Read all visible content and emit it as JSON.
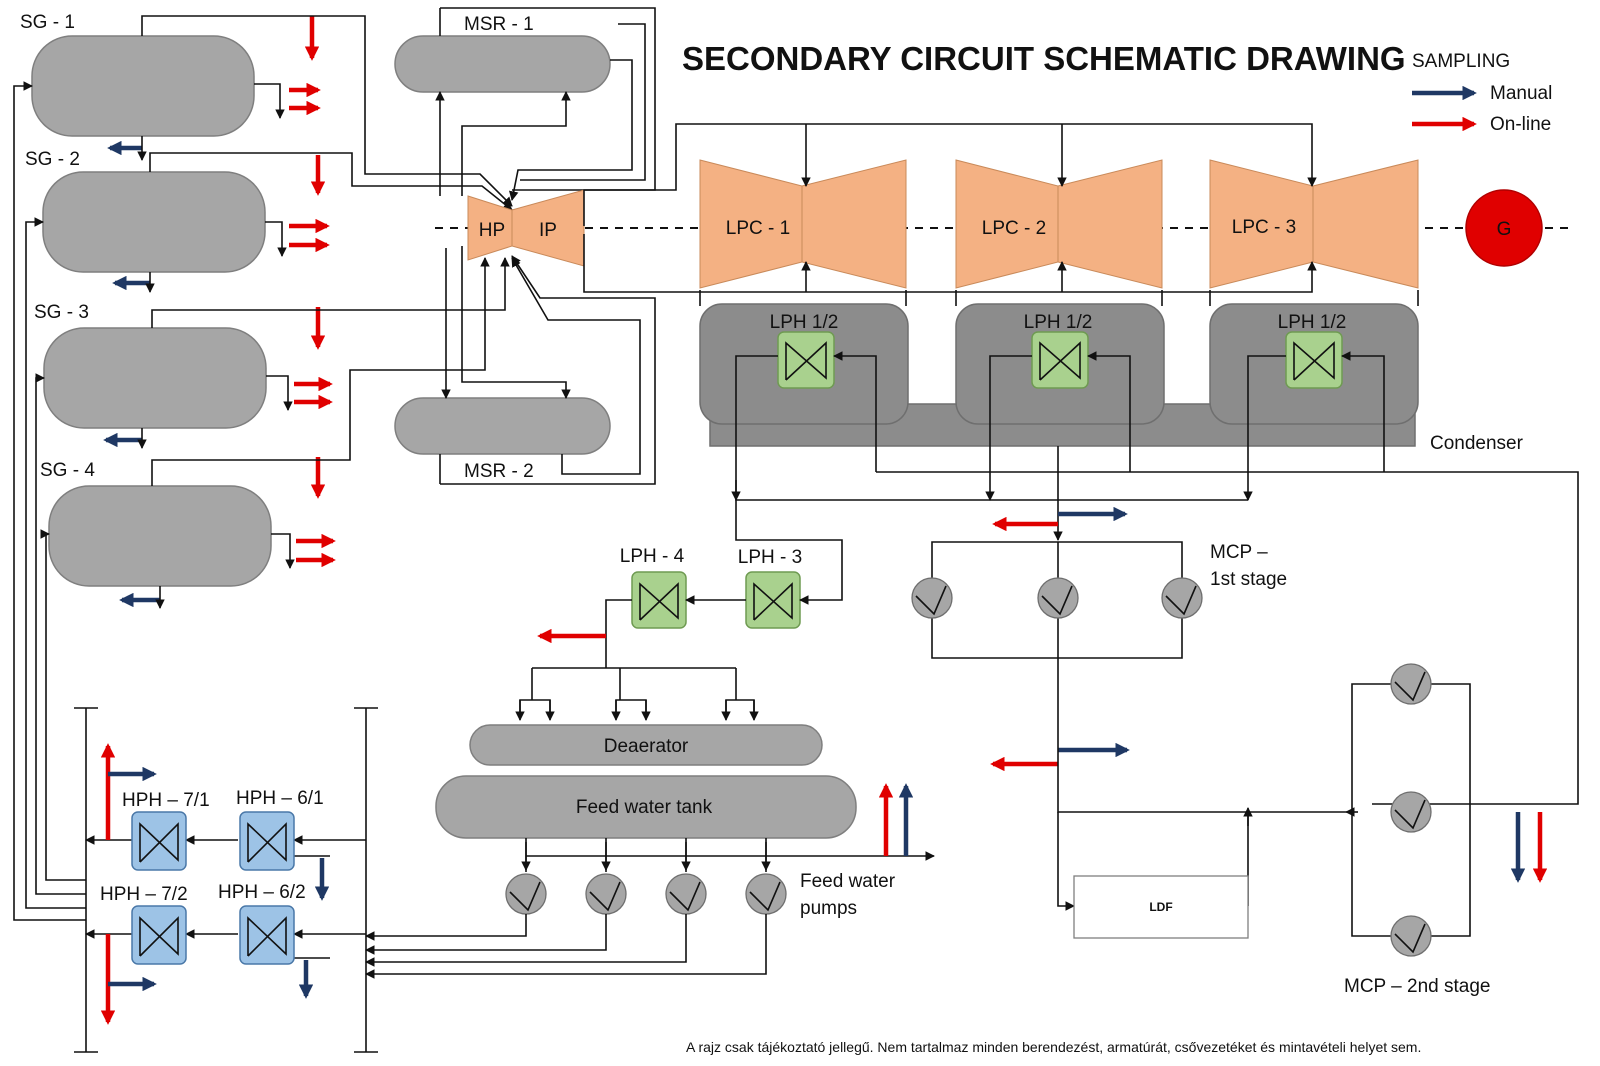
{
  "diagram": {
    "title": "SECONDARY CIRCUIT SCHEMATIC DRAWING",
    "footnote": "A rajz csak tájékoztató jellegű. Nem tartalmaz minden berendezést, armatúrát, csővezetéket és mintavételi helyet sem.",
    "legend": {
      "title": "SAMPLING",
      "manual": "Manual",
      "online": "On-line",
      "manual_color": "#1f3864",
      "online_color": "#e00000"
    },
    "steam_generators": [
      "SG - 1",
      "SG - 2",
      "SG - 3",
      "SG - 4"
    ],
    "msr": [
      "MSR - 1",
      "MSR - 2"
    ],
    "turbine": {
      "hp": "HP",
      "ip": "IP",
      "lpc": [
        "LPC - 1",
        "LPC - 2",
        "LPC - 3"
      ],
      "generator": "G"
    },
    "lph_condenser": [
      "LPH 1/2",
      "LPH 1/2",
      "LPH 1/2"
    ],
    "condenser": "Condenser",
    "mcp1": [
      "MCP –",
      "1st stage"
    ],
    "mcp2": "MCP – 2nd stage",
    "ldf": "LDF",
    "lph": [
      "LPH - 4",
      "LPH - 3"
    ],
    "deaerator": "Deaerator",
    "feed_water_tank": "Feed water tank",
    "feed_water_pumps": [
      "Feed water",
      "pumps"
    ],
    "hph": [
      "HPH – 7/1",
      "HPH – 6/1",
      "HPH – 7/2",
      "HPH – 6/2"
    ],
    "colors": {
      "vessel": "#a6a6a6",
      "turbine": "#f4b183",
      "lph": "#a9d18e",
      "hph": "#9dc3e6",
      "generator": "#e00000"
    }
  }
}
